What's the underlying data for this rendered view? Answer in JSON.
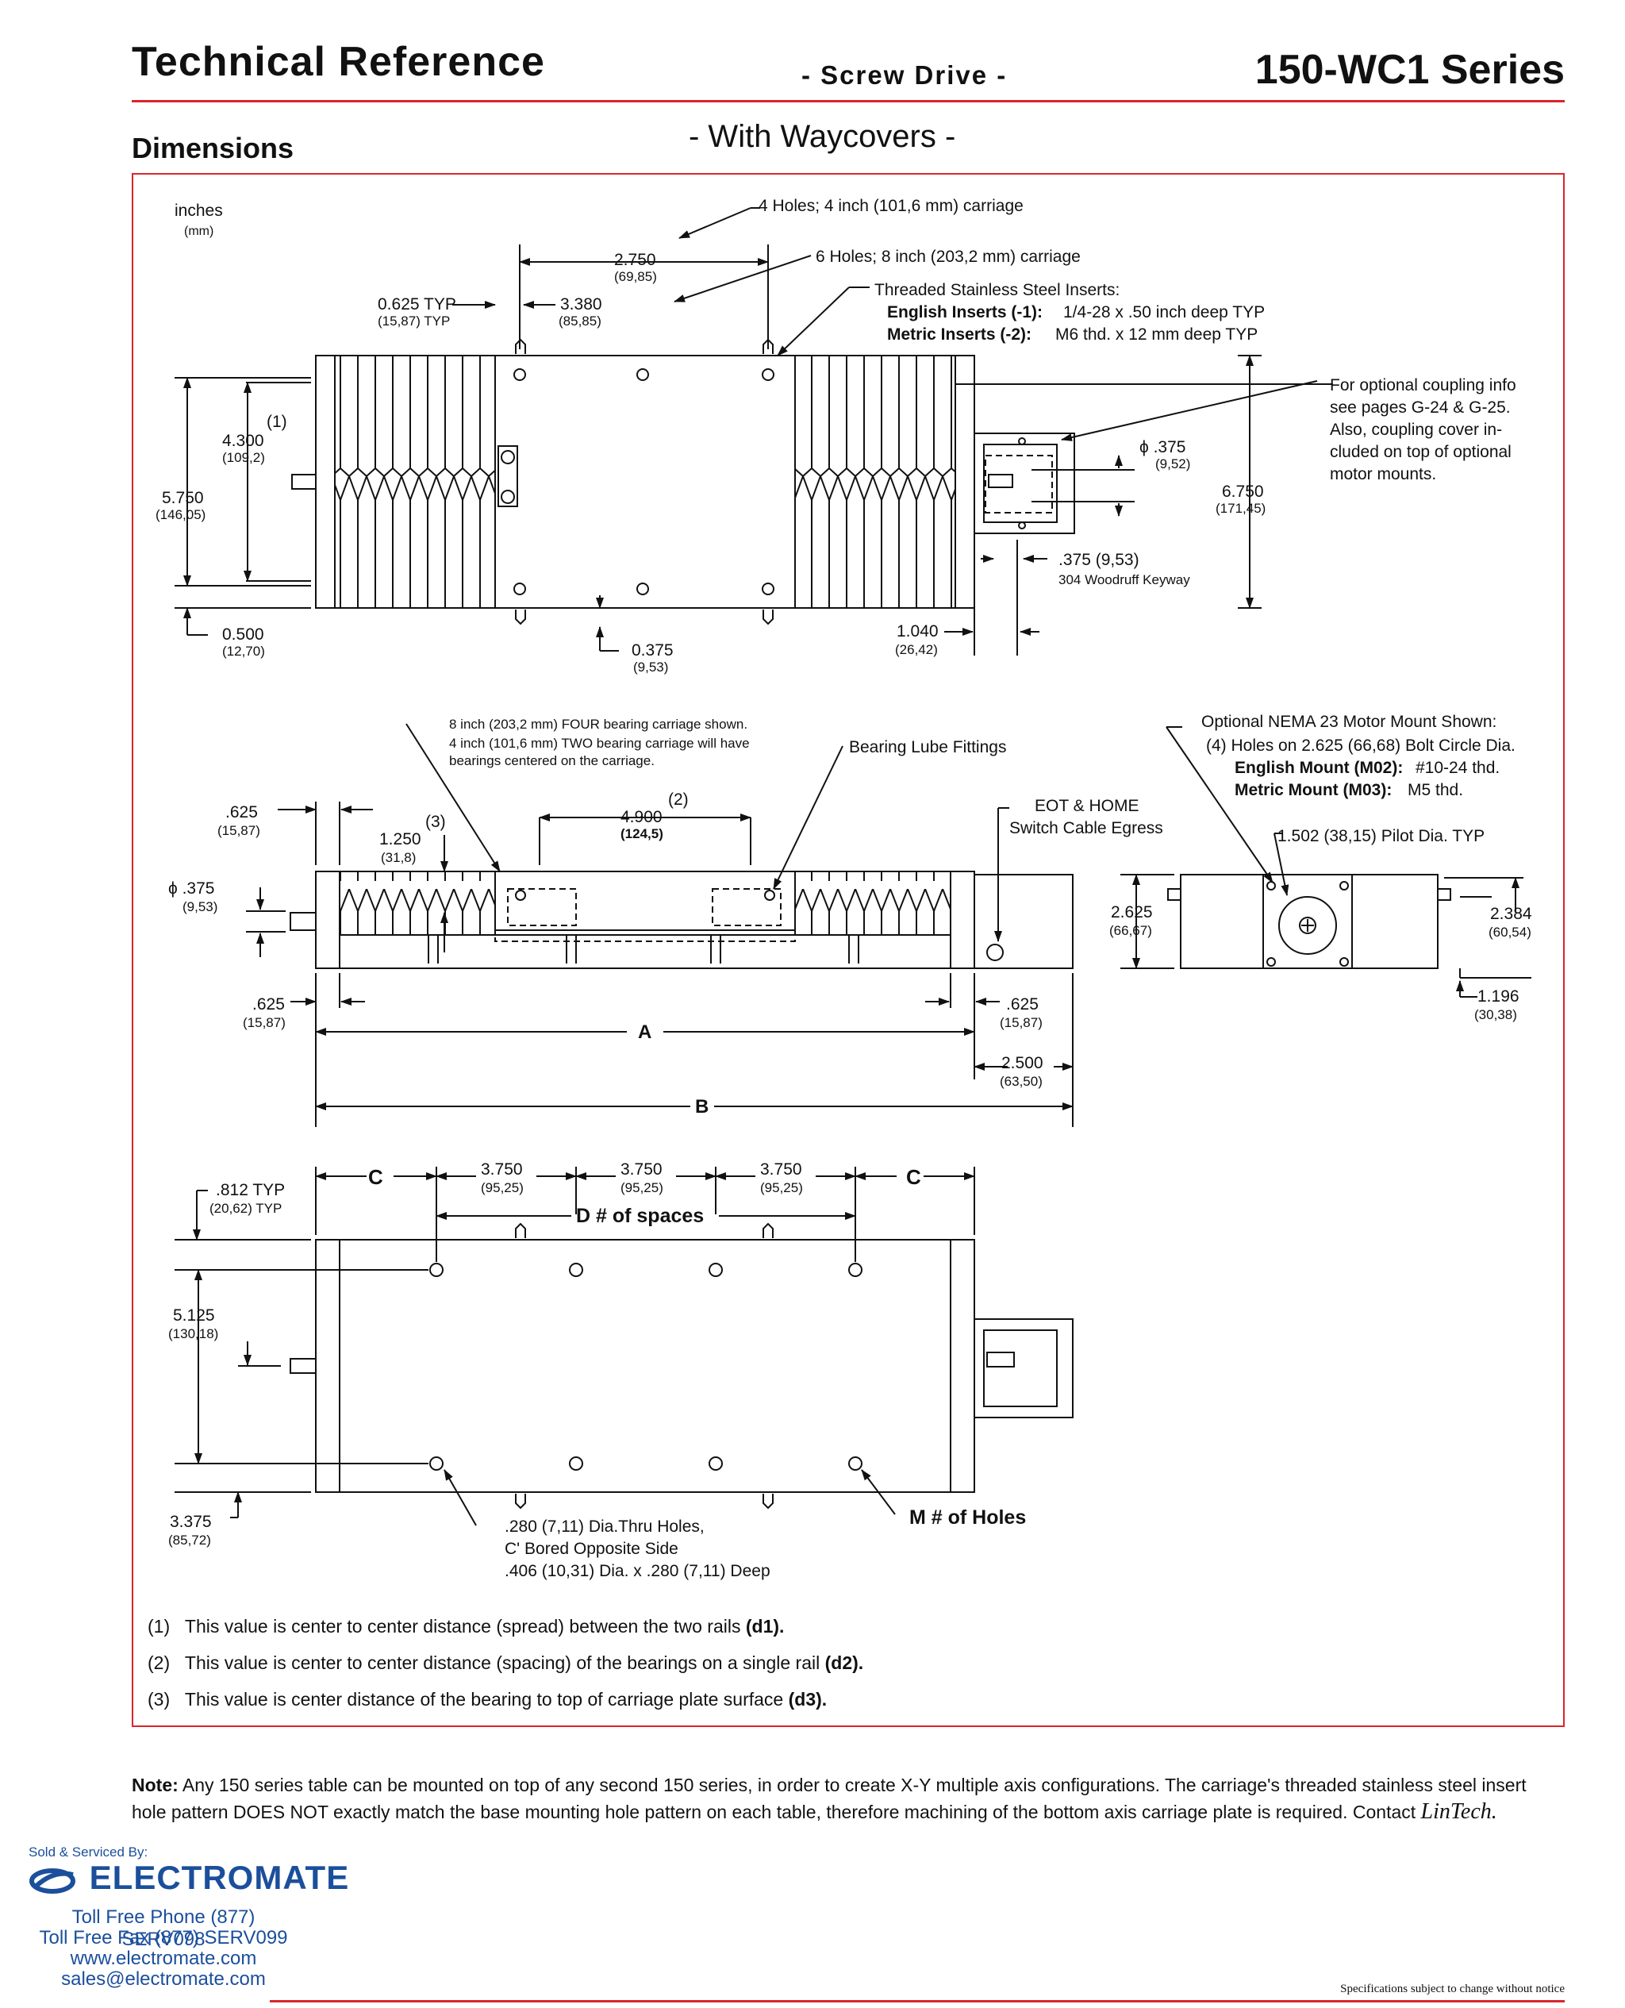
{
  "header": {
    "title": "Technical Reference",
    "subtitle": "- Screw Drive -",
    "series": "150-WC1 Series"
  },
  "section": {
    "title": "Dimensions",
    "subtitle": "- With Waycovers -"
  },
  "top_view": {
    "units_label": "inches",
    "units_sub": "(mm)",
    "callouts": {
      "holes4": "4 Holes; 4 inch (101,6 mm) carriage",
      "holes6": "6 Holes; 8 inch (203,2 mm) carriage",
      "inserts_title": "Threaded Stainless Steel Inserts:",
      "english_inserts_label": "English Inserts (-1):",
      "english_inserts_value": "1/4-28 x .50 inch deep TYP",
      "metric_inserts_label": "Metric Inserts (-2):",
      "metric_inserts_value": "M6 thd. x 12 mm deep TYP",
      "coupling_1": "For optional coupling info",
      "coupling_2": "see pages G-24 & G-25.",
      "coupling_3": "Also, coupling cover in-",
      "coupling_4": "cluded on top of optional",
      "coupling_5": "motor mounts.",
      "keyway": "304 Woodruff Keyway"
    },
    "dims": {
      "d2750": "2.750",
      "d2750mm": "(69,85)",
      "d0625": "0.625 TYP",
      "d0625mm": "(15,87) TYP",
      "d3380": "3.380",
      "d3380mm": "(85,85)",
      "d4300": "4.300",
      "d4300mm": "(109,2)",
      "n1": "(1)",
      "d5750": "5.750",
      "d5750mm": "(146,05)",
      "d0500": "0.500",
      "d0500mm": "(12,70)",
      "d0375": "0.375",
      "d0375mm": "(9,53)",
      "dia375": "ϕ .375",
      "dia375mm": "(9,52)",
      "d6750": "6.750",
      "d6750mm": "(171,45)",
      "key375": ".375 (9,53)",
      "d1040": "1.040",
      "d1040mm": "(26,42)"
    }
  },
  "side_view": {
    "carriage_note_1": "8 inch (203,2 mm) FOUR bearing carriage shown.",
    "carriage_note_2": "4 inch (101,6 mm) TWO bearing carriage will have",
    "carriage_note_3": "bearings centered on the carriage.",
    "lube": "Bearing Lube Fittings",
    "eot_1": "EOT & HOME",
    "eot_2": "Switch Cable Egress",
    "dims": {
      "d625a": ".625",
      "d625amm": "(15,87)",
      "d1250": "1.250",
      "d1250mm": "(31,8)",
      "n3": "(3)",
      "d4900": "4.900",
      "d4900mm": "(124,5)",
      "n2": "(2)",
      "dia375": "ϕ .375",
      "dia375mm": "(9,53)",
      "d625b": ".625",
      "d625bmm": "(15,87)",
      "d625c": ".625",
      "d625cmm": "(15,87)",
      "A": "A",
      "d2500": "2.500",
      "d2500mm": "(63,50)",
      "B": "B"
    }
  },
  "motor_mount": {
    "title": "Optional NEMA 23 Motor Mount Shown:",
    "holes": "(4) Holes on 2.625 (66,68) Bolt Circle Dia.",
    "english_label": "English Mount (M02):",
    "english_value": "#10-24 thd.",
    "metric_label": "Metric Mount (M03):",
    "metric_value": "M5 thd.",
    "pilot": "1.502 (38,15) Pilot Dia. TYP",
    "d2625": "2.625",
    "d2625mm": "(66,67)",
    "d2384": "2.384",
    "d2384mm": "(60,54)",
    "d1196": "1.196",
    "d1196mm": "(30,38)"
  },
  "bottom_view": {
    "C": "C",
    "d3750": "3.750",
    "d3750mm": "(95,25)",
    "D": "D # of spaces",
    "d812": ".812 TYP",
    "d812mm": "(20,62) TYP",
    "d5125": "5.125",
    "d5125mm": "(130,18)",
    "d3375": "3.375",
    "d3375mm": "(85,72)",
    "holes_1": ".280 (7,11) Dia.Thru Holes,",
    "holes_2": "C' Bored Opposite Side",
    "holes_3": ".406 (10,31) Dia. x .280 (7,11) Deep",
    "M": "M # of Holes"
  },
  "footnotes": [
    {
      "num": "(1)",
      "text": "This value is center to center distance (spread) between the two rails",
      "sym": "(d1)."
    },
    {
      "num": "(2)",
      "text": "This value is center to center distance (spacing) of the bearings on a single rail",
      "sym": "(d2)."
    },
    {
      "num": "(3)",
      "text": "This value is center distance of the bearing to top of carriage plate surface",
      "sym": "(d3)."
    }
  ],
  "note": {
    "label": "Note:",
    "text": "Any 150 series table can be mounted on top of any second 150 series, in order to create X-Y multiple axis configurations. The carriage's threaded stainless steel insert hole pattern DOES NOT exactly match the base mounting hole pattern on each table, therefore machining of the bottom axis carriage plate is required. Contact",
    "company": "LinTech."
  },
  "footer": {
    "sold_by": "Sold & Serviced By:",
    "brand": "ELECTROMATE",
    "phone": "Toll Free Phone (877) SERV098",
    "fax": "Toll Free Fax (877) SERV099",
    "web": "www.electromate.com",
    "email": "sales@electromate.com",
    "spec": "Specifications subject to change without notice"
  },
  "colors": {
    "accent_red": "#d9262c",
    "brand_blue": "#1b4f9c"
  }
}
